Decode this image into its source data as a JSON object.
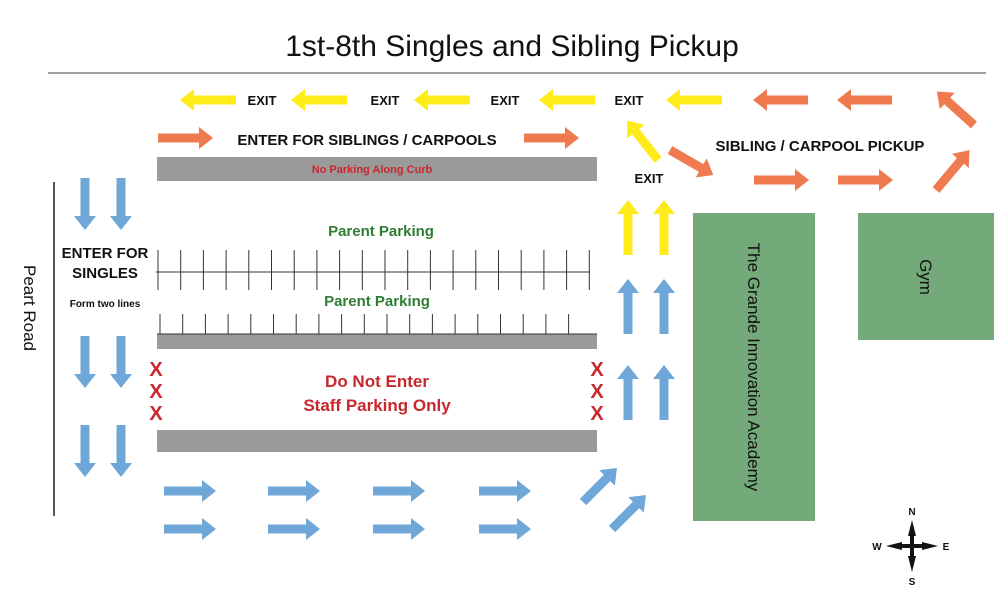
{
  "title": "1st-8th Singles and Sibling Pickup",
  "colors": {
    "blue_arrow": "#6fa8d8",
    "yellow_arrow": "#ffeb1a",
    "orange_arrow": "#f07a50",
    "gray_curb": "#9a9a9a",
    "green_building": "#74aa7a",
    "red_text": "#c8272d",
    "green_text": "#2e7d32"
  },
  "labels": {
    "exit": "EXIT",
    "enter_siblings": "ENTER FOR SIBLINGS / CARPOOLS",
    "no_parking": "No Parking Along Curb",
    "sibling_pickup": "SIBLING / CARPOOL PICKUP",
    "exit_lower": "EXIT",
    "enter_singles_line1": "ENTER FOR",
    "enter_singles_line2": "SINGLES",
    "form_two_lines": "Form two lines",
    "parent_parking_top": "Parent Parking",
    "parent_parking_bottom": "Parent Parking",
    "do_not_enter_line1": "Do Not Enter",
    "do_not_enter_line2": "Staff Parking Only",
    "x_mark": "X",
    "road": "Peart Road",
    "academy": "The Grande Innovation Academy",
    "gym": "Gym",
    "compass_n": "N",
    "compass_s": "S",
    "compass_e": "E",
    "compass_w": "W"
  },
  "icons": {
    "arrow": "arrow-icon",
    "compass": "compass-icon"
  }
}
